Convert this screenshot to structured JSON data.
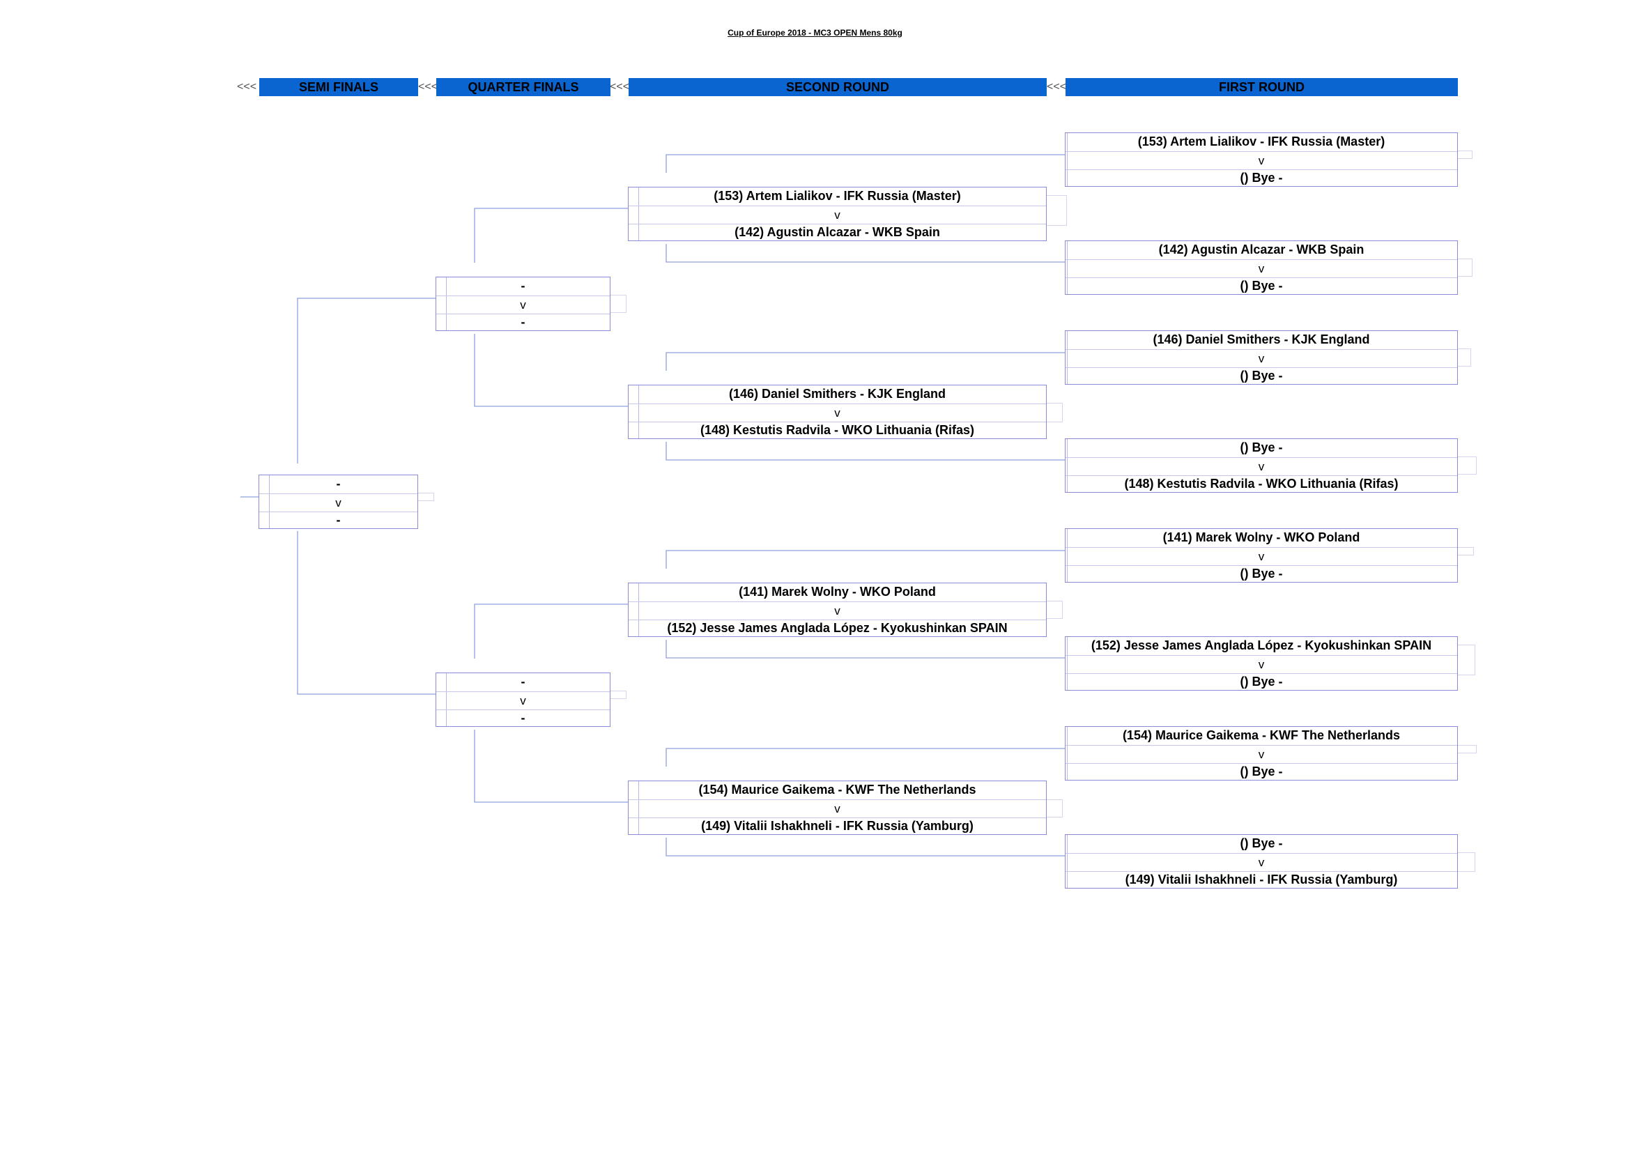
{
  "title": "Cup of Europe 2018 - MC3 OPEN Mens 80kg",
  "rounds": {
    "semi_finals": "SEMI FINALS",
    "quarter_finals": "QUARTER FINALS",
    "second_round": "SECOND ROUND",
    "first_round": "FIRST ROUND",
    "arrow_marker": "<<<"
  },
  "versus": "v",
  "first_round": [
    {
      "top": "(153) Artem Lialikov - IFK Russia (Master)",
      "bottom": "() Bye -"
    },
    {
      "top": "(142) Agustin Alcazar - WKB Spain",
      "bottom": "() Bye -"
    },
    {
      "top": "(146) Daniel Smithers - KJK England",
      "bottom": "() Bye -"
    },
    {
      "top": "() Bye -",
      "bottom": "(148) Kestutis Radvila - WKO Lithuania (Rifas)"
    },
    {
      "top": "(141) Marek Wolny - WKO Poland",
      "bottom": "() Bye -"
    },
    {
      "top": "(152) Jesse James Anglada López - Kyokushinkan SPAIN",
      "bottom": "() Bye -"
    },
    {
      "top": "(154) Maurice Gaikema - KWF The Netherlands",
      "bottom": "() Bye -"
    },
    {
      "top": "() Bye -",
      "bottom": "(149) Vitalii Ishakhneli - IFK Russia (Yamburg)"
    }
  ],
  "second_round": [
    {
      "top": "(153) Artem Lialikov - IFK Russia (Master)",
      "bottom": "(142) Agustin Alcazar - WKB Spain"
    },
    {
      "top": "(146) Daniel Smithers - KJK England",
      "bottom": "(148) Kestutis Radvila - WKO Lithuania (Rifas)"
    },
    {
      "top": "(141) Marek Wolny - WKO Poland",
      "bottom": "(152) Jesse James Anglada López - Kyokushinkan SPAIN"
    },
    {
      "top": "(154) Maurice Gaikema - KWF The Netherlands",
      "bottom": "(149) Vitalii Ishakhneli - IFK Russia (Yamburg)"
    }
  ],
  "quarter_finals": [
    {
      "top": "-",
      "bottom": "-"
    },
    {
      "top": "-",
      "bottom": "-"
    }
  ],
  "semi_finals": [
    {
      "top": "-",
      "bottom": "-"
    }
  ]
}
